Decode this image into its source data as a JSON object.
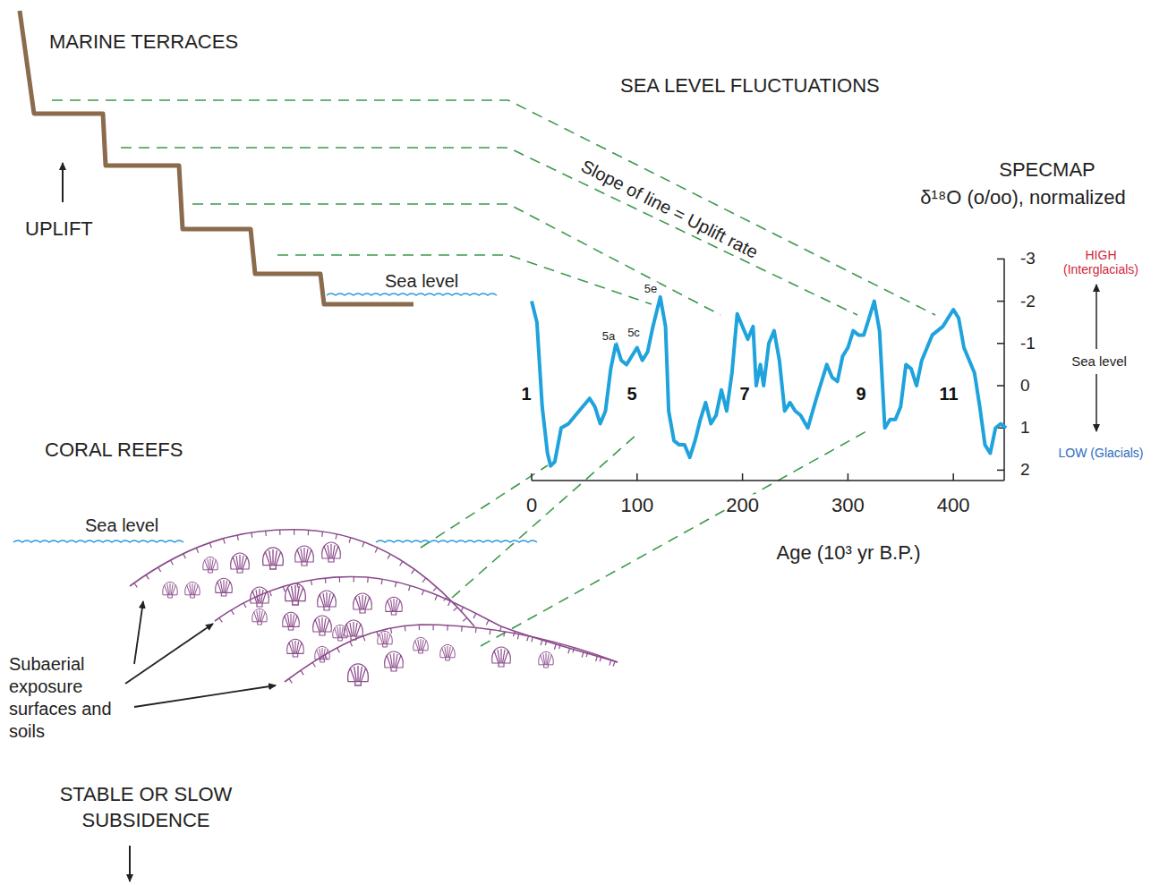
{
  "diagram": {
    "labels": [
      "MARINE TERRACES",
      "UPLIFT",
      "Sea level",
      "SEA LEVEL FLUCTUATIONS",
      "Slope of line = Uplift rate",
      "SPECMAP",
      "δ¹⁸O (o/oo), normalized",
      "HIGH (Interglacials)",
      "Sea level",
      "LOW (Glacials)",
      "-3",
      "-2",
      "-1",
      "0",
      "1",
      "2",
      "0",
      "100",
      "200",
      "300",
      "400",
      "Age (10³ yr B.P.)",
      "1",
      "5",
      "7",
      "9",
      "11",
      "5a",
      "5c",
      "5e",
      "CORAL REEFS",
      "Sea level",
      "Subaerial exposure surfaces and soils",
      "STABLE OR SLOW SUBSIDENCE"
    ]
  }
}
